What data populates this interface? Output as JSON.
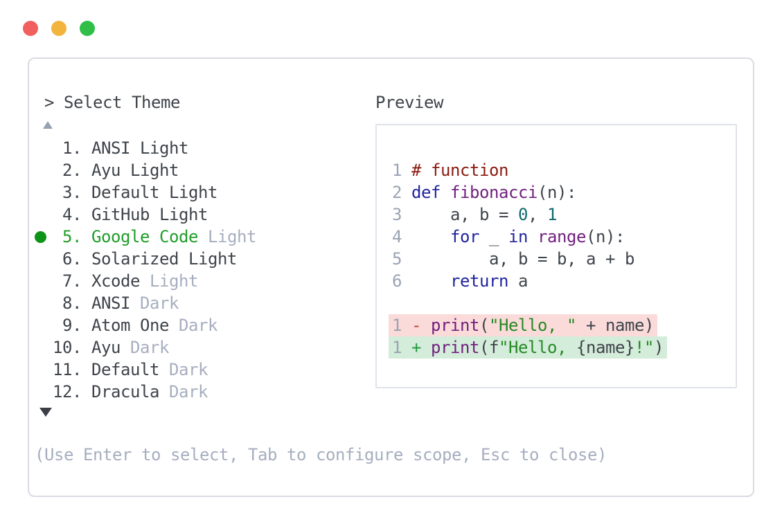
{
  "palette": {
    "text": "#3f444b",
    "muted": "#a6aebf",
    "linenum": "#9aa3b4",
    "green_text": "#1f9e28",
    "bullet_green": "#0d9317",
    "kwd": "#21249e",
    "typ": "#71207f",
    "lit": "#0e696f",
    "str": "#268a26",
    "com": "#8b1b10",
    "del_bg": "#fadbda",
    "ins_bg": "#d4ecda",
    "del_sign": "#c24038",
    "ins_sign": "#259b42",
    "border": "#d8dbe2",
    "preview_border": "#dfe2e8",
    "arrow_up": "#97a1b3",
    "arrow_down": "#3a3e45",
    "tl_red": "#f15f5e",
    "tl_yellow": "#f2b43d",
    "tl_green": "#2fbf48"
  },
  "window": {
    "controls": [
      "close",
      "minimize",
      "zoom"
    ]
  },
  "dialog": {
    "prompt": ">",
    "title": "Select Theme",
    "help": "(Use Enter to select, Tab to configure scope, Esc to close)",
    "scroll_indicators": {
      "up": "▲",
      "down": "▼"
    }
  },
  "theme_list": {
    "selected_index": 5,
    "items": [
      {
        "num": "1",
        "name": "ANSI",
        "variant": "Light",
        "variant_muted": false,
        "selected": false
      },
      {
        "num": "2",
        "name": "Ayu",
        "variant": "Light",
        "variant_muted": false,
        "selected": false
      },
      {
        "num": "3",
        "name": "Default",
        "variant": "Light",
        "variant_muted": false,
        "selected": false
      },
      {
        "num": "4",
        "name": "GitHub",
        "variant": "Light",
        "variant_muted": false,
        "selected": false
      },
      {
        "num": "5",
        "name": "Google Code",
        "variant": "Light",
        "variant_muted": true,
        "selected": true
      },
      {
        "num": "6",
        "name": "Solarized",
        "variant": "Light",
        "variant_muted": false,
        "selected": false
      },
      {
        "num": "7",
        "name": "Xcode",
        "variant": "Light",
        "variant_muted": true,
        "selected": false
      },
      {
        "num": "8",
        "name": "ANSI",
        "variant": "Dark",
        "variant_muted": true,
        "selected": false
      },
      {
        "num": "9",
        "name": "Atom One",
        "variant": "Dark",
        "variant_muted": true,
        "selected": false
      },
      {
        "num": "10",
        "name": "Ayu",
        "variant": "Dark",
        "variant_muted": true,
        "selected": false
      },
      {
        "num": "11",
        "name": "Default",
        "variant": "Dark",
        "variant_muted": true,
        "selected": false
      },
      {
        "num": "12",
        "name": "Dracula",
        "variant": "Dark",
        "variant_muted": true,
        "selected": false
      }
    ]
  },
  "preview": {
    "label": "Preview",
    "code_lines": [
      {
        "type": "normal",
        "no": "1",
        "tokens": [
          {
            "c": "com",
            "t": "# function"
          }
        ]
      },
      {
        "type": "normal",
        "no": "2",
        "tokens": [
          {
            "c": "kwd",
            "t": "def"
          },
          {
            "c": "pln",
            "t": " "
          },
          {
            "c": "typ",
            "t": "fibonacci"
          },
          {
            "c": "pln",
            "t": "(n):"
          }
        ]
      },
      {
        "type": "normal",
        "no": "3",
        "tokens": [
          {
            "c": "pln",
            "t": "    a, b = "
          },
          {
            "c": "lit",
            "t": "0"
          },
          {
            "c": "pln",
            "t": ", "
          },
          {
            "c": "lit",
            "t": "1"
          }
        ]
      },
      {
        "type": "normal",
        "no": "4",
        "tokens": [
          {
            "c": "pln",
            "t": "    "
          },
          {
            "c": "kwd",
            "t": "for"
          },
          {
            "c": "pln",
            "t": " _ "
          },
          {
            "c": "kwd",
            "t": "in"
          },
          {
            "c": "pln",
            "t": " "
          },
          {
            "c": "typ",
            "t": "range"
          },
          {
            "c": "pln",
            "t": "(n):"
          }
        ]
      },
      {
        "type": "normal",
        "no": "5",
        "tokens": [
          {
            "c": "pln",
            "t": "        a, b = b, a + b"
          }
        ]
      },
      {
        "type": "normal",
        "no": "6",
        "tokens": [
          {
            "c": "pln",
            "t": "    "
          },
          {
            "c": "kwd",
            "t": "return"
          },
          {
            "c": "pln",
            "t": " a"
          }
        ]
      },
      {
        "type": "blank"
      },
      {
        "type": "del",
        "no": "1",
        "sign": "-",
        "tokens": [
          {
            "c": "typ",
            "t": "print"
          },
          {
            "c": "pln",
            "t": "("
          },
          {
            "c": "str",
            "t": "\"Hello, \""
          },
          {
            "c": "pln",
            "t": " + name)"
          }
        ]
      },
      {
        "type": "ins",
        "no": "1",
        "sign": "+",
        "tokens": [
          {
            "c": "typ",
            "t": "print"
          },
          {
            "c": "pln",
            "t": "(f"
          },
          {
            "c": "str",
            "t": "\"Hello, "
          },
          {
            "c": "pln",
            "t": "{name}"
          },
          {
            "c": "str",
            "t": "!\""
          },
          {
            "c": "pln",
            "t": ")"
          }
        ]
      }
    ]
  }
}
